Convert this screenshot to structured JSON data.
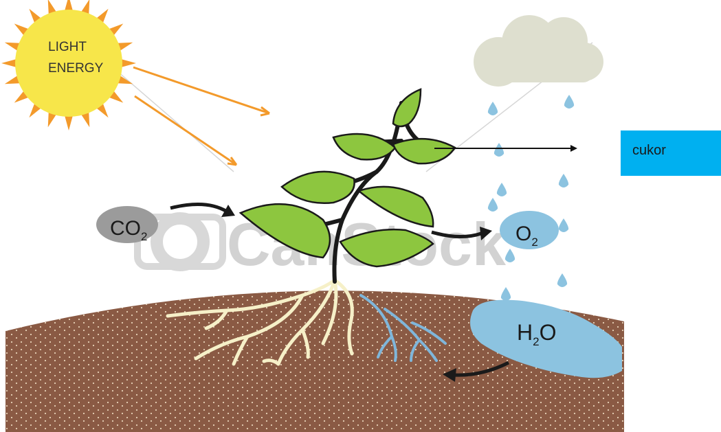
{
  "sun": {
    "line1": "LIGHT",
    "line2": "ENERGY"
  },
  "co2": {
    "base": "CO",
    "sub": "2"
  },
  "o2": {
    "base": "O",
    "sub": "2"
  },
  "h2o": {
    "base": "H",
    "sub": "2",
    "tail": "O"
  },
  "callout": {
    "label": "cukor"
  },
  "watermark": {
    "text": "CanStock"
  },
  "colors": {
    "soil": "#8a5a44",
    "leaf": "#8dc63f",
    "water": "#8cc3e0",
    "sun": "#f7e64a",
    "sun_rays": "#f39a2b",
    "cloud": "#dedfcf",
    "callout_box": "#00b0f0",
    "roots": "#f6f0c8",
    "water_roots": "#7fb6da"
  }
}
